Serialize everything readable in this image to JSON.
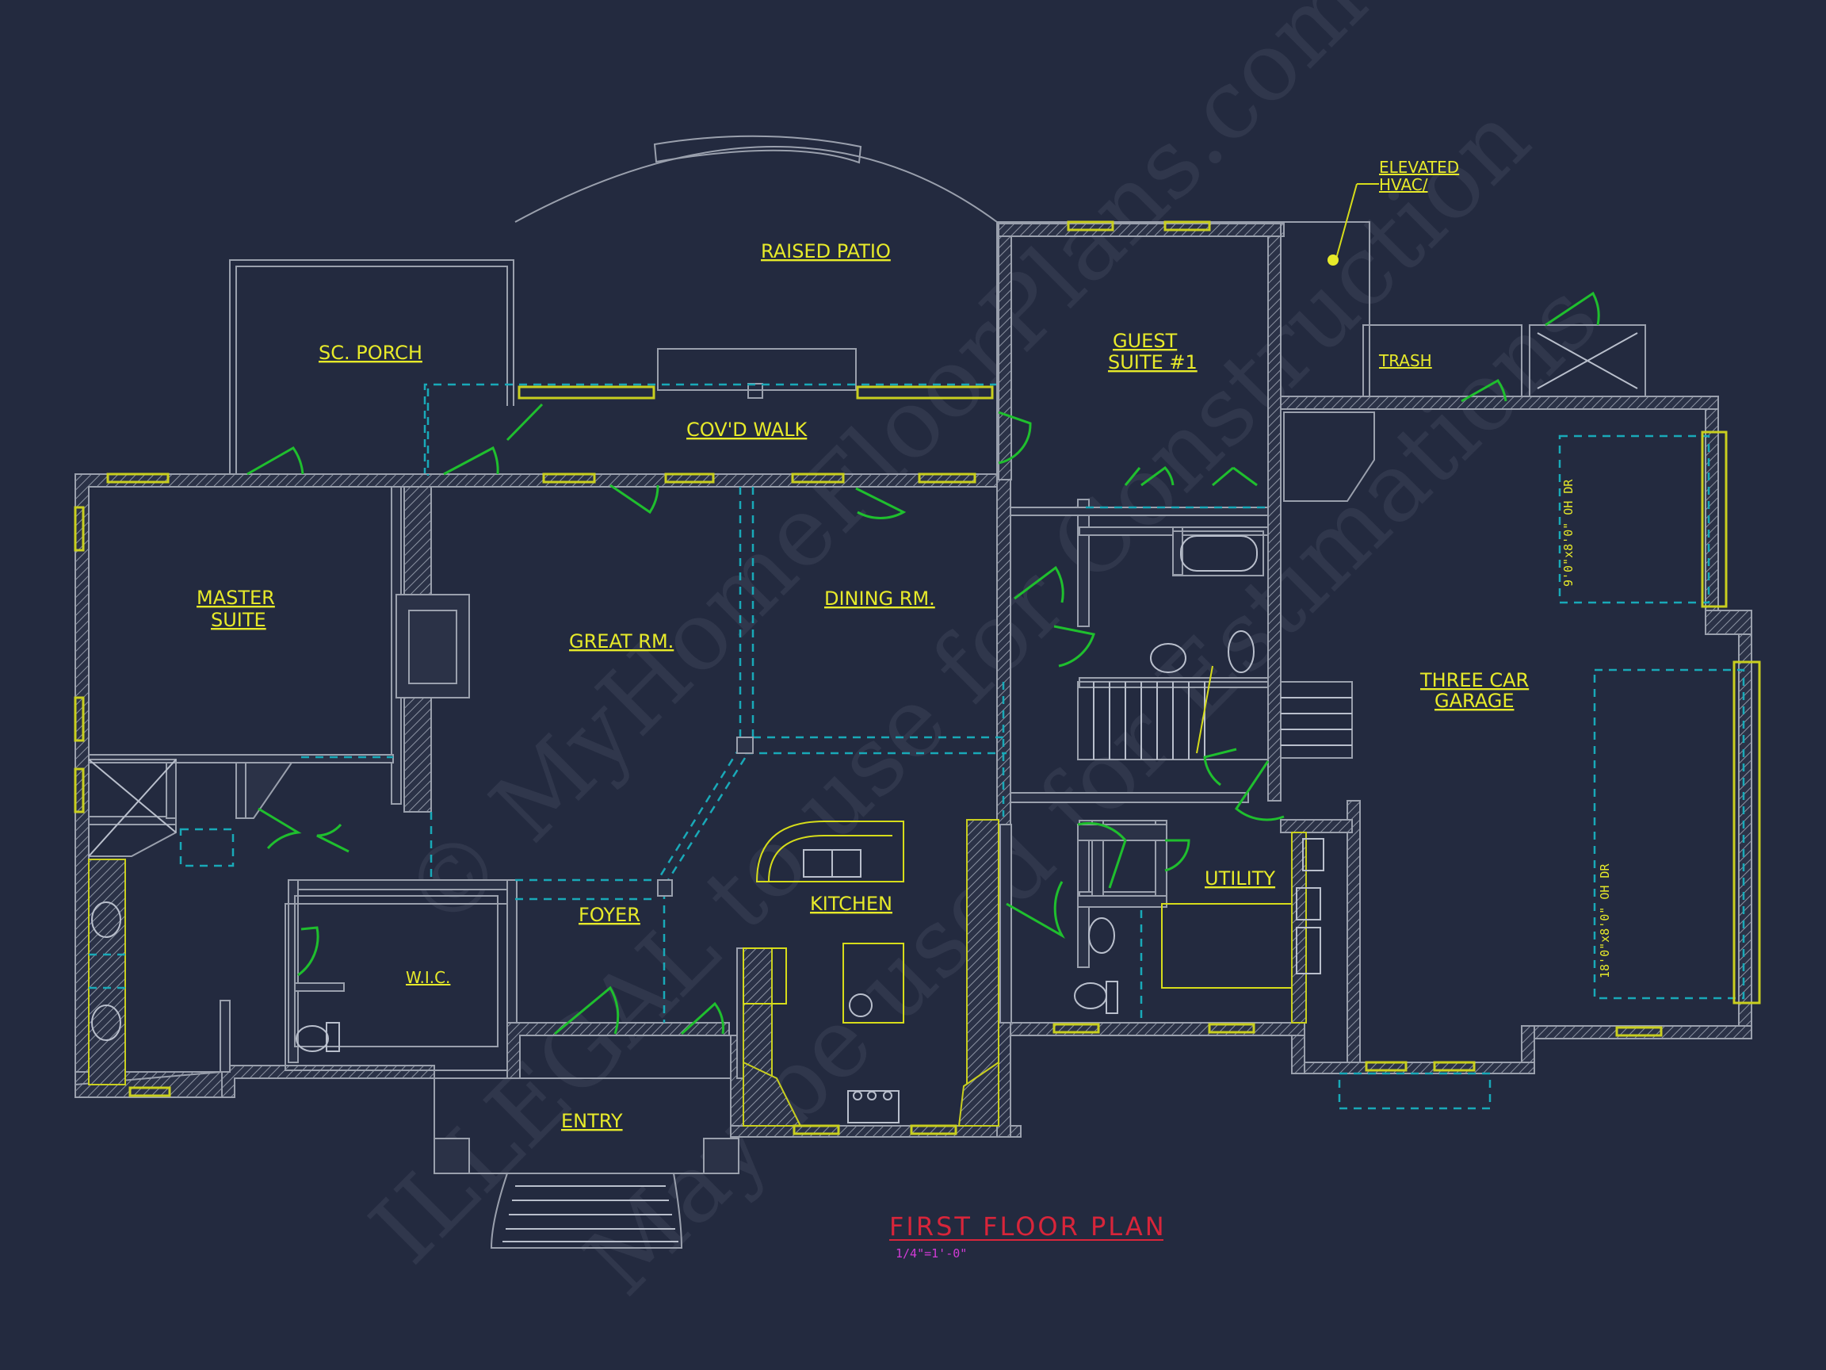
{
  "rooms": {
    "raised_patio": "RAISED PATIO",
    "sc_porch": "SC. PORCH",
    "covd_walk": "COV'D WALK",
    "guest_suite_1": "GUEST",
    "guest_suite_2": "SUITE #1",
    "trash": "TRASH",
    "elevated_hvac_1": "ELEVATED",
    "elevated_hvac_2": "HVAC/",
    "master_suite_1": "MASTER",
    "master_suite_2": "SUITE",
    "great_rm": "GREAT RM.",
    "dining_rm": "DINING RM.",
    "three_car_garage_1": "THREE CAR",
    "three_car_garage_2": "GARAGE",
    "garage_door_1": "9'0\"x8'0\" OH DR",
    "garage_door_2": "18'0\"x8'0\" OH DR",
    "wic": "W.I.C.",
    "foyer": "FOYER",
    "kitchen": "KITCHEN",
    "utility": "UTILITY",
    "entry": "ENTRY"
  },
  "plan_title": "FIRST FLOOR PLAN",
  "plan_scale": "1/4\"=1'-0\"",
  "watermark": {
    "line1": "© MyHomeFloorPlans.com",
    "line2": "ILLEGAL to use for Construction",
    "line3": "May be used for Estimations"
  },
  "colors": {
    "background": "#232a3f",
    "walls": "#9aa0ad",
    "labels": "#e7ea2a",
    "doors": "#1fbf2e",
    "dashed": "#19a9b8",
    "title": "#d8253a",
    "scale": "#d23bd6"
  }
}
